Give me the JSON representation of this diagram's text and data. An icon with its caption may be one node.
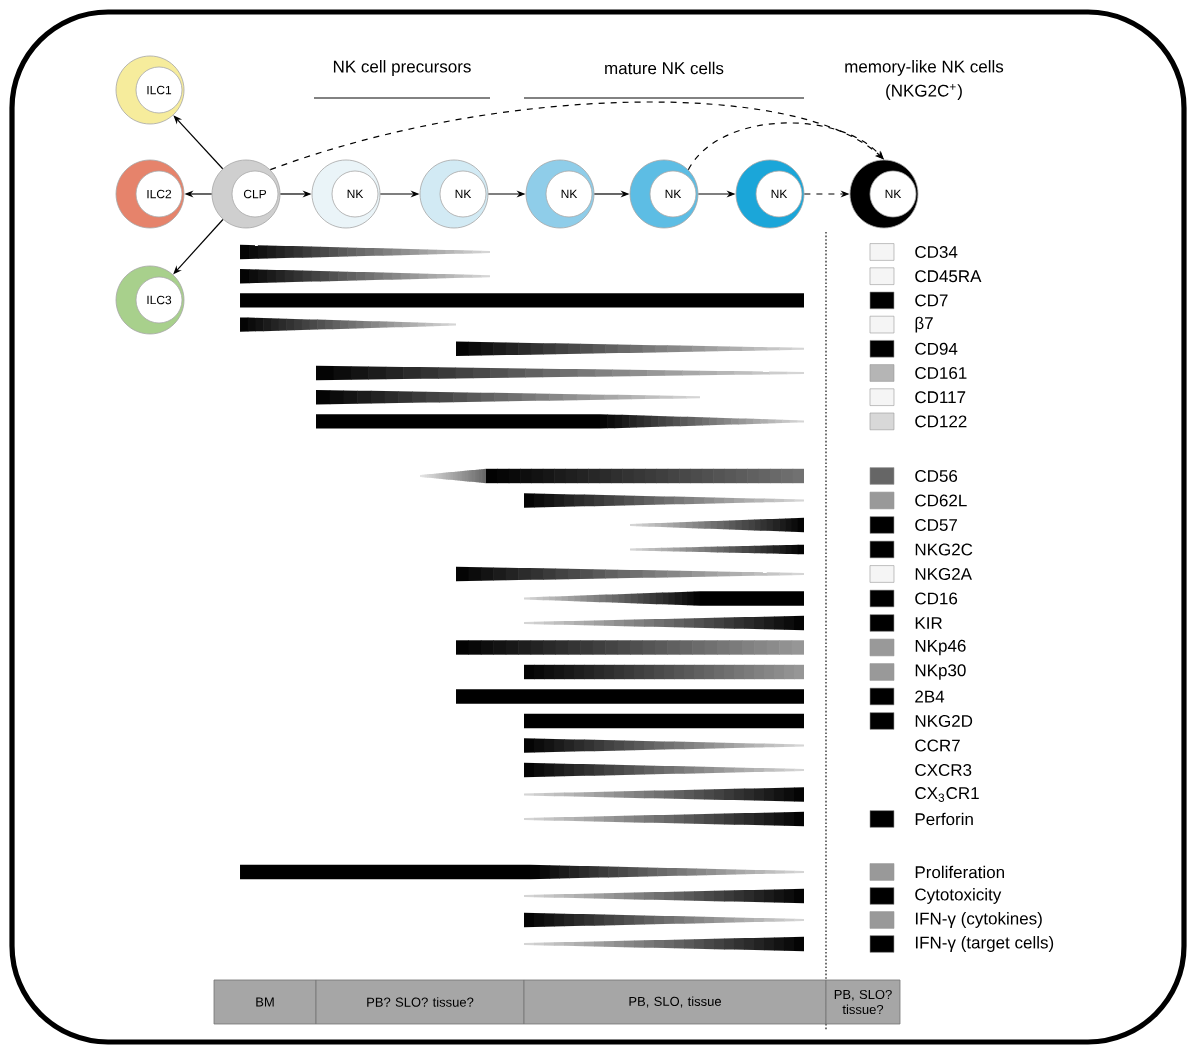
{
  "diagram": {
    "nodes": [
      {
        "text": [
          "ILC1"
        ]
      },
      {
        "text": [
          "ILC2"
        ]
      },
      {
        "text": [
          "CLP"
        ]
      },
      {
        "text": [
          "NK"
        ]
      },
      {
        "text": [
          "NK"
        ]
      },
      {
        "text": [
          "NK"
        ]
      },
      {
        "text": [
          "NK"
        ]
      },
      {
        "text": [
          "NK"
        ]
      },
      {
        "text": [
          "NK"
        ]
      },
      {
        "text": [
          "ILC3"
        ]
      },
      {
        "text": [
          "BM"
        ]
      },
      {
        "text": [
          "PB? SLO? tissue?"
        ]
      },
      {
        "text": [
          "PB, SLO, tissue"
        ]
      },
      {
        "text": [
          "PB, SLO? tissue?"
        ]
      }
    ],
    "edges": [
      {
        "from": 2,
        "to": 0,
        "arrow": "to"
      },
      {
        "from": 2,
        "to": 1,
        "arrow": "to"
      },
      {
        "from": 2,
        "to": 9,
        "arrow": "to"
      },
      {
        "from": 2,
        "to": 3,
        "arrow": "to"
      },
      {
        "from": 3,
        "to": 4,
        "arrow": "to"
      },
      {
        "from": 4,
        "to": 5,
        "arrow": "to"
      },
      {
        "from": 5,
        "to": 6,
        "arrow": "to"
      },
      {
        "from": 6,
        "to": 7,
        "arrow": "to"
      },
      {
        "from": 7,
        "to": 8,
        "arrow": "to",
        "style": "dashed"
      },
      {
        "from": 2,
        "to": 8,
        "arrow": "to",
        "style": "dashed"
      },
      {
        "from": 6,
        "to": 8,
        "arrow": "to",
        "style": "dashed"
      }
    ],
    "labels": [
      "NK cell precursors",
      "mature NK cells",
      "memory-like NK cells",
      "(NKG2C$^{+}$)"
    ],
    "legend": [
      {
        "text": "CD34",
        "color": "#f5f5f5"
      },
      {
        "text": "CD45RA",
        "color": "#f5f5f5"
      },
      {
        "text": "CD7",
        "color": "#000000"
      },
      {
        "text": "β7",
        "color": "#f5f5f5"
      },
      {
        "text": "CD94",
        "color": "#000000"
      },
      {
        "text": "CD161",
        "color": "#b5b5b5"
      },
      {
        "text": "CD117",
        "color": "#f5f5f5"
      },
      {
        "text": "CD122",
        "color": "#d8d8d8"
      },
      {
        "text": "CD56",
        "color": "#666666"
      },
      {
        "text": "CD62L",
        "color": "#999999"
      },
      {
        "text": "CD57",
        "color": "#000000"
      },
      {
        "text": "NKG2C",
        "color": "#000000"
      },
      {
        "text": "NKG2A",
        "color": "#f5f5f5"
      },
      {
        "text": "CD16",
        "color": "#000000"
      },
      {
        "text": "KIR",
        "color": "#000000"
      },
      {
        "text": "NKp46",
        "color": "#999999"
      },
      {
        "text": "NKp30",
        "color": "#999999"
      },
      {
        "text": "2B4",
        "color": "#000000"
      },
      {
        "text": "NKG2D",
        "color": "#000000"
      },
      {
        "text": "CCR7"
      },
      {
        "text": "CXCR3"
      },
      {
        "text": "CX$_{3}$CR1"
      },
      {
        "text": "Perforin",
        "color": "#000000"
      },
      {
        "text": "Proliferation",
        "color": "#999999"
      },
      {
        "text": "Cytotoxicity",
        "color": "#000000"
      },
      {
        "text": "IFN-γ (cytokines)",
        "color": "#999999"
      },
      {
        "text": "IFN-γ (target cells)",
        "color": "#000000"
      }
    ]
  }
}
